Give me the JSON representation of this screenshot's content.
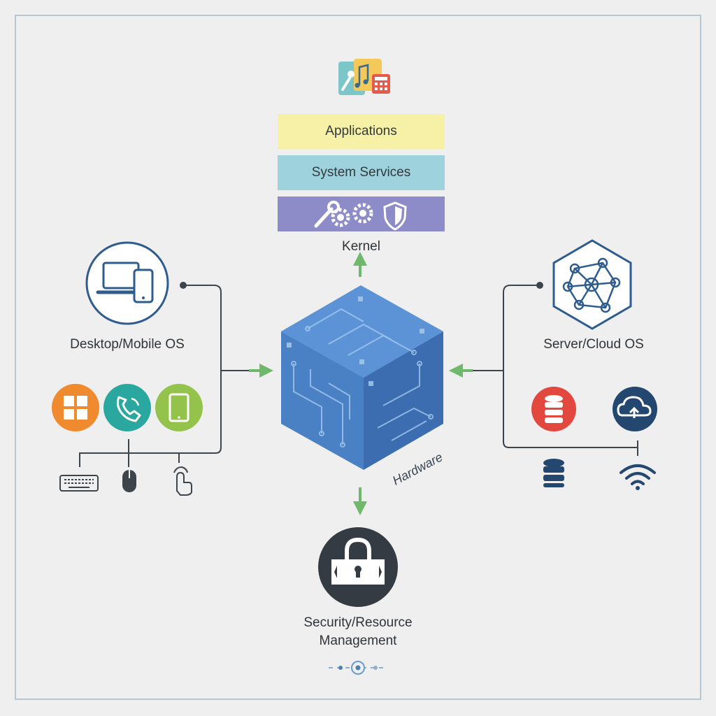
{
  "labels": {
    "applications": "Applications",
    "system_services": "System Services",
    "kernel": "Kernel",
    "desktop_mobile_os": "Desktop/Mobile OS",
    "server_cloud_os": "Server/Cloud OS",
    "hardware": "Hardware",
    "security_line1": "Security/Resource",
    "security_line2": "Management"
  },
  "icons": {
    "top_apps": "apps-paint-music-calculator-icon",
    "kernel_tools": [
      "wrench-icon",
      "gear-icon",
      "gear-icon",
      "shield-icon"
    ],
    "desktop": "laptop-phone-icon",
    "desktop_apps": [
      "windows-icon",
      "phone-call-icon",
      "tablet-icon"
    ],
    "inputs": [
      "keyboard-icon",
      "mouse-icon",
      "touch-icon"
    ],
    "server": "network-hexagon-icon",
    "server_apps": [
      "database-stack-icon",
      "cloud-upload-icon"
    ],
    "server_inputs": [
      "database-icon",
      "wifi-icon"
    ],
    "security": "padlock-icon"
  },
  "colors": {
    "background": "#efefef",
    "frame": "#b7c6cf",
    "applications_layer": "#f7f1a8",
    "system_services_layer": "#9ed3de",
    "kernel_layer": "#8e8bc9",
    "cube_top": "#5b93d6",
    "cube_left": "#4a80c4",
    "cube_right": "#3b6db0",
    "arrow": "#6fb96c",
    "connector": "#3d444a",
    "windows_orange": "#f08a2e",
    "call_teal": "#2aa89f",
    "tablet_green": "#93c34a",
    "database_red": "#e2483e",
    "cloud_navy": "#23476e",
    "security_dark": "#353b42"
  }
}
